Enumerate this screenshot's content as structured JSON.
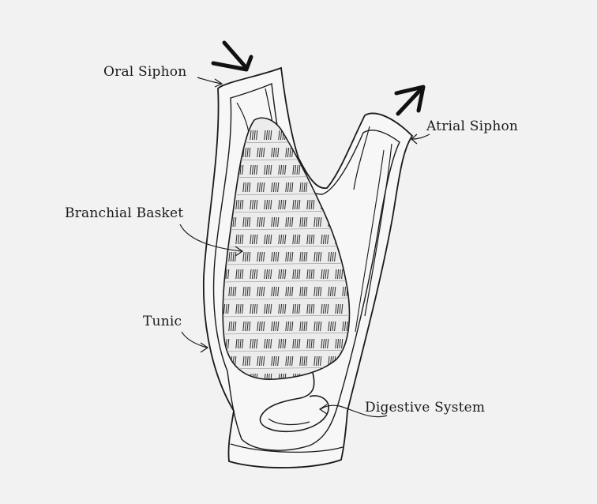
{
  "labels": {
    "oral_siphon": "Oral Siphon",
    "atrial_siphon": "Atrial Siphon",
    "branchial_basket": "Branchial Basket",
    "tunic": "Tunic",
    "digestive_system": "Digestive System"
  },
  "colors": {
    "background": "#f2f2f2",
    "ink": "#1a1a1a",
    "body_fill": "#f7f7f7",
    "basket_fill": "#ececec"
  },
  "icons": {
    "inflow": "arrow-down-right-icon",
    "outflow": "arrow-up-right-icon"
  }
}
